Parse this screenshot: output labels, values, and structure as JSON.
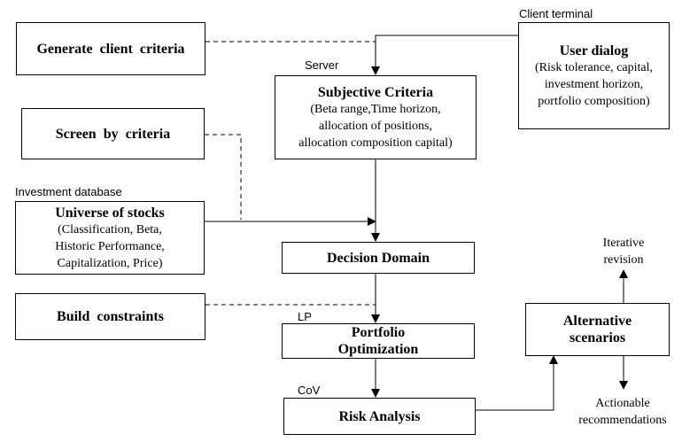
{
  "diagram": {
    "boxes": {
      "generate_client_criteria": {
        "title": "Generate client criteria"
      },
      "screen_by_criteria": {
        "title": "Screen by criteria"
      },
      "universe_of_stocks": {
        "title": "Universe of stocks",
        "lines": [
          "(Classification, Beta,",
          "Historic Performance,",
          "Capitalization, Price)"
        ]
      },
      "build_constraints": {
        "title": "Build constraints"
      },
      "subjective_criteria": {
        "title": "Subjective Criteria",
        "lines": [
          "(Beta range,Time horizon,",
          "allocation of positions,",
          "allocation composition capital)"
        ]
      },
      "user_dialog": {
        "title": "User dialog",
        "lines": [
          "(Risk tolerance, capital,",
          "investment horizon,",
          "portfolio composition)"
        ]
      },
      "decision_domain": {
        "title": "Decision Domain"
      },
      "portfolio_optimization": {
        "title_lines": [
          "Portfolio",
          "Optimization"
        ]
      },
      "risk_analysis": {
        "title": "Risk Analysis"
      },
      "alternative_scenarios": {
        "title_lines": [
          "Alternative",
          "scenarios"
        ]
      }
    },
    "tags": {
      "client_terminal": "Client terminal",
      "server": "Server",
      "investment_database": "Investment database",
      "lp": "LP",
      "cov": "CoV"
    },
    "notes": {
      "iterative_revision": [
        "Iterative",
        "revision"
      ],
      "actionable_recommendations": [
        "Actionable",
        "recommendations"
      ]
    }
  }
}
